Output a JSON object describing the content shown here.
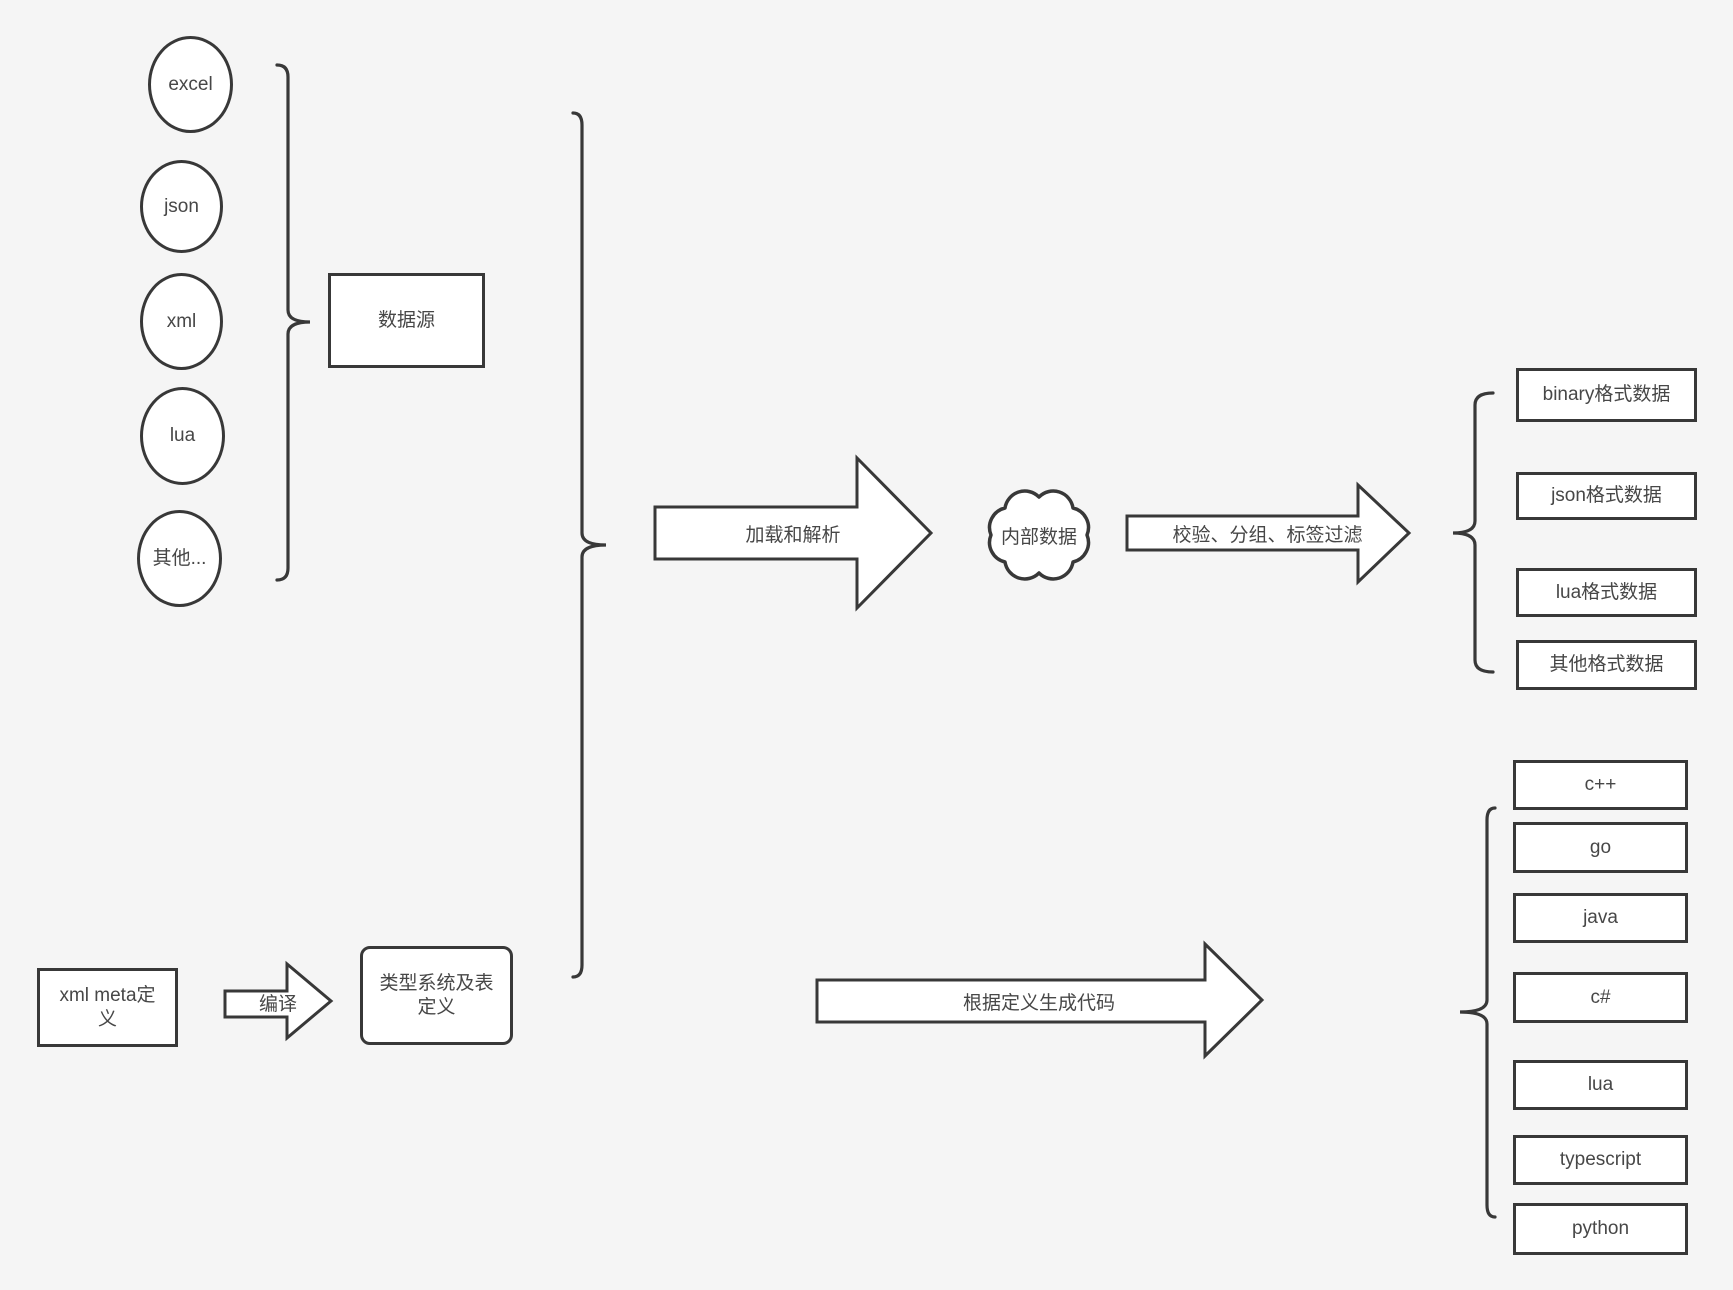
{
  "colors": {
    "background": "#f5f5f5",
    "shape_stroke": "#383838",
    "shape_fill": "#ffffff",
    "text": "#474747"
  },
  "sources": {
    "items": [
      "excel",
      "json",
      "xml",
      "lua",
      "其他..."
    ],
    "group_label": "数据源"
  },
  "pipeline": {
    "load_arrow_label": "加载和解析",
    "internal_data_label": "内部数据",
    "filter_arrow_label": "校验、分组、标签过滤"
  },
  "outputs": {
    "formats": [
      "binary格式数据",
      "json格式数据",
      "lua格式数据",
      "其他格式数据"
    ]
  },
  "definition": {
    "meta_box_label": "xml meta定\n义",
    "compile_arrow_label": "编译",
    "type_system_label": "类型系统及表\n定义",
    "generate_arrow_label": "根据定义生成代码"
  },
  "languages": [
    "c++",
    "go",
    "java",
    "c#",
    "lua",
    "typescript",
    "python"
  ]
}
